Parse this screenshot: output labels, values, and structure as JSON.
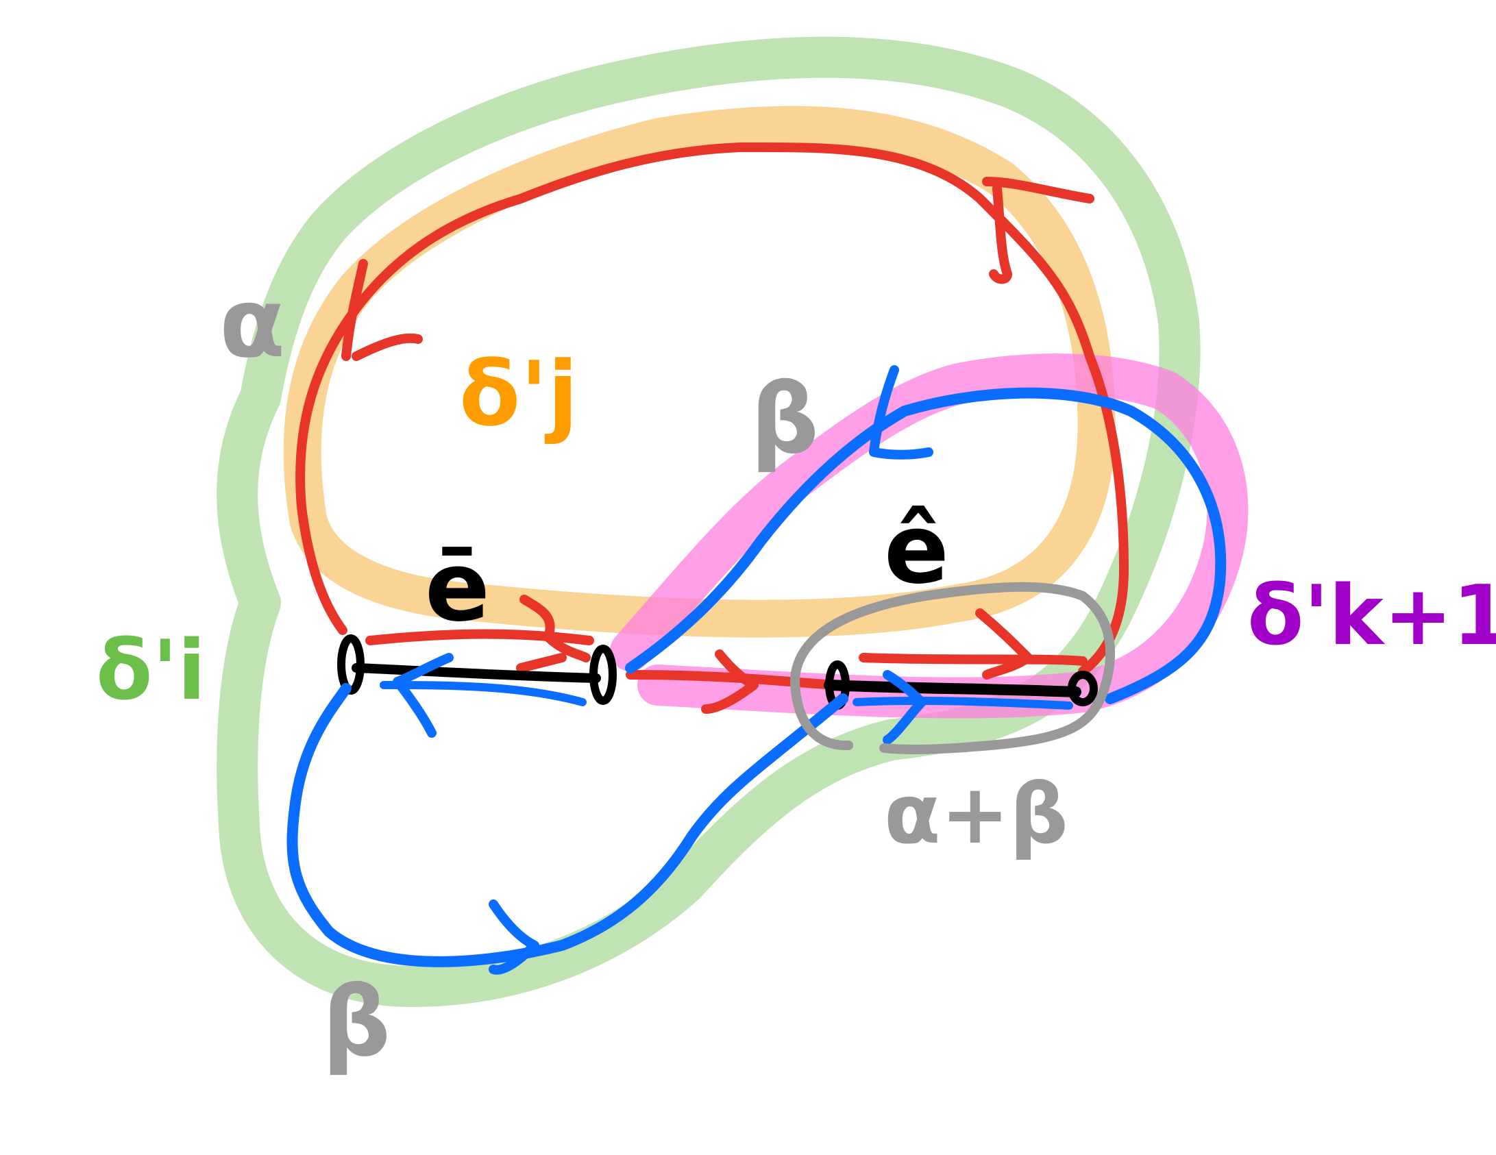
{
  "colors": {
    "background": "#ffffff",
    "red_path": "#e8352a",
    "blue_path": "#0a6dff",
    "black_edge": "#000000",
    "gray_label": "#999999",
    "orange_label": "#ff9d00",
    "green_label": "#6cbf4a",
    "purple_label": "#a000c8",
    "orange_highlight": "#f9c97a",
    "green_highlight": "#a9d99a",
    "pink_highlight": "#ff7fe0"
  },
  "labels": {
    "alpha_top": "α",
    "beta_top": "β",
    "beta_bottom": "β",
    "alpha_plus_beta": "α+β",
    "e_bar": "ē",
    "e_hat": "ê",
    "delta_j": "δ'j",
    "delta_i": "δ'i",
    "delta_k1": "δ'k+1"
  }
}
